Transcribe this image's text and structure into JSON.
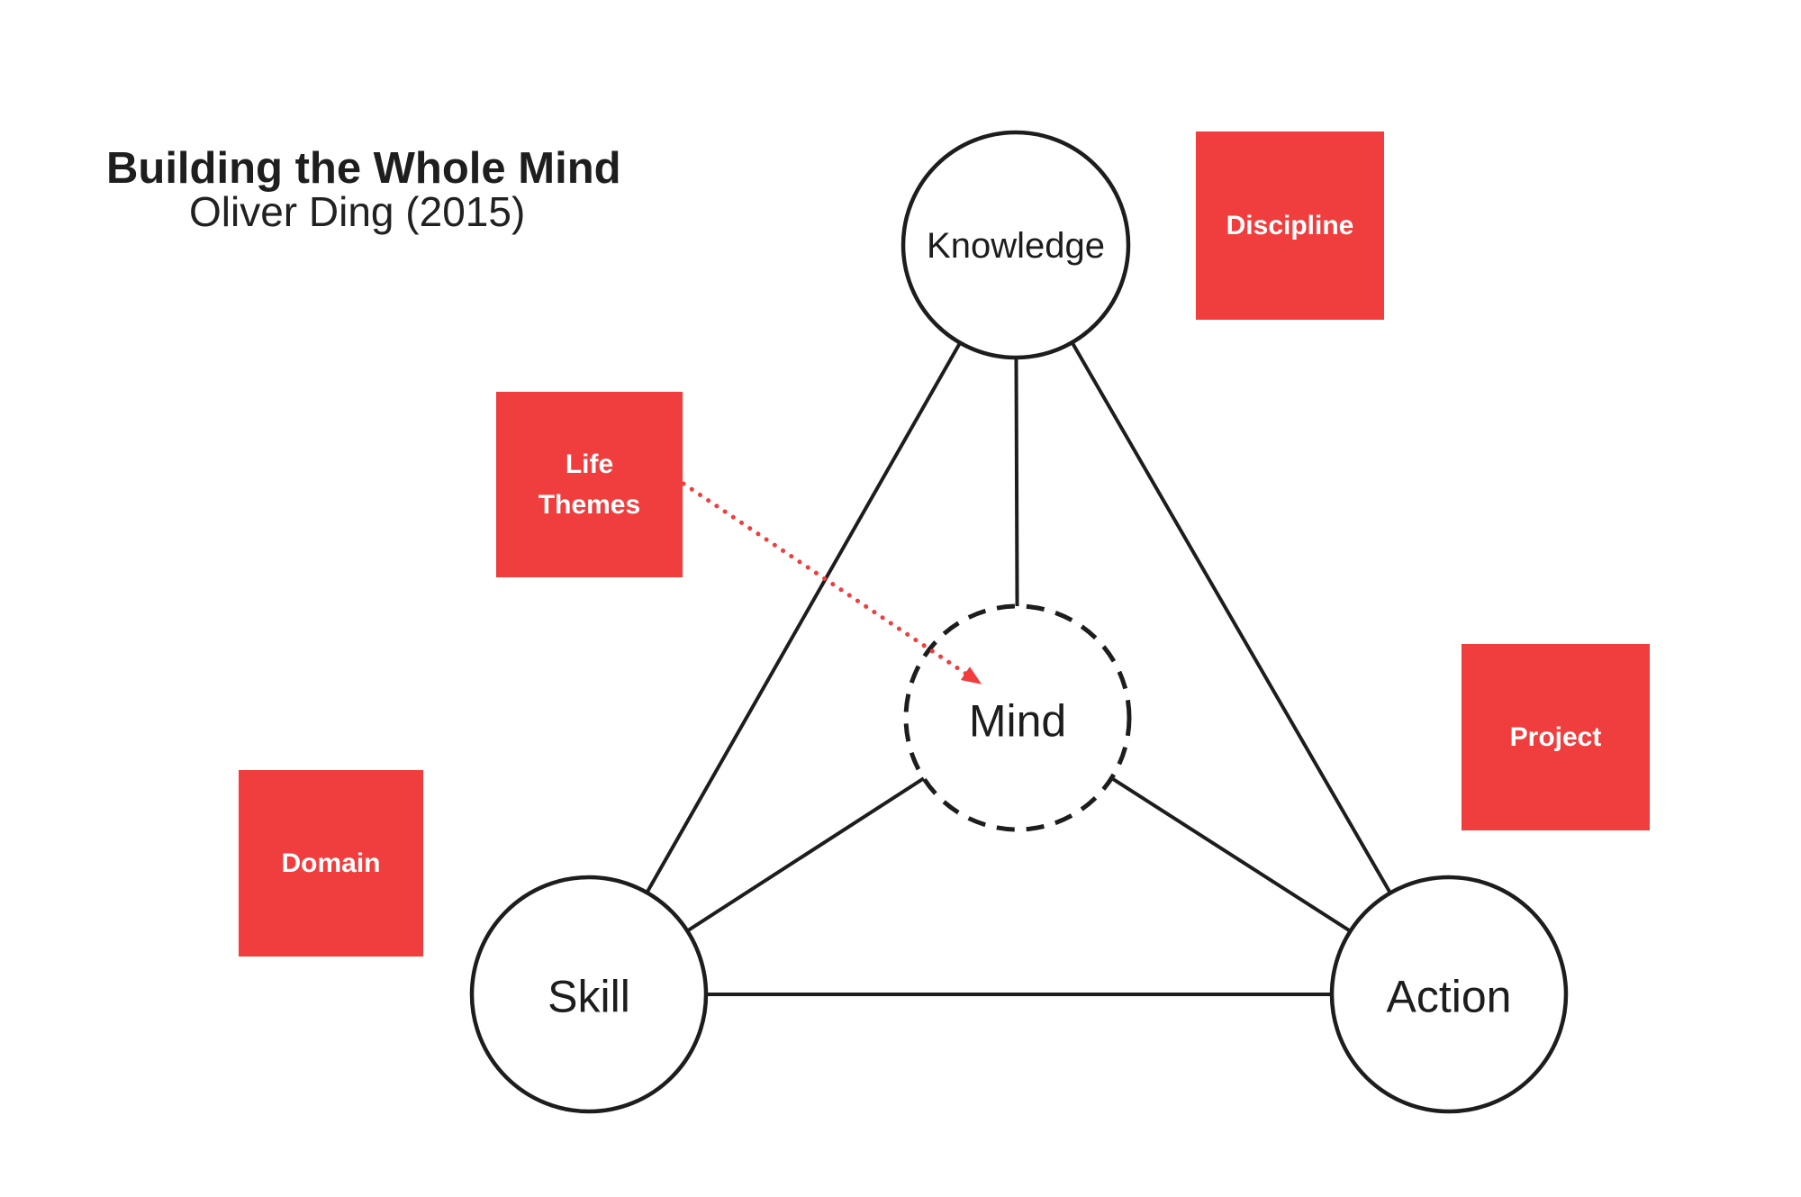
{
  "header": {
    "title": "Building the Whole Mind",
    "subtitle": "Oliver Ding (2015)"
  },
  "colors": {
    "card_red": "#f03d3d",
    "line_black": "#1d1d1d",
    "title_text": "#1e1e1e",
    "card_text": "#ffffff",
    "background": "#ffffff"
  },
  "nodes": {
    "knowledge": {
      "label": "Knowledge",
      "shape": "circle-solid"
    },
    "mind": {
      "label": "Mind",
      "shape": "circle-dashed"
    },
    "skill": {
      "label": "Skill",
      "shape": "circle-solid"
    },
    "action": {
      "label": "Action",
      "shape": "circle-solid"
    }
  },
  "cards": {
    "discipline": {
      "label": "Discipline"
    },
    "life_themes": {
      "label": "Life Themes",
      "lines": [
        "Life",
        "Themes"
      ]
    },
    "project": {
      "label": "Project"
    },
    "domain": {
      "label": "Domain"
    }
  },
  "edges": [
    {
      "from": "knowledge",
      "to": "skill",
      "style": "solid"
    },
    {
      "from": "knowledge",
      "to": "action",
      "style": "solid"
    },
    {
      "from": "skill",
      "to": "action",
      "style": "solid"
    },
    {
      "from": "knowledge",
      "to": "mind",
      "style": "solid"
    },
    {
      "from": "skill",
      "to": "mind",
      "style": "solid"
    },
    {
      "from": "action",
      "to": "mind",
      "style": "solid"
    },
    {
      "from": "life_themes",
      "to": "mind",
      "style": "dotted-arrow",
      "color": "#f03d3d"
    }
  ]
}
